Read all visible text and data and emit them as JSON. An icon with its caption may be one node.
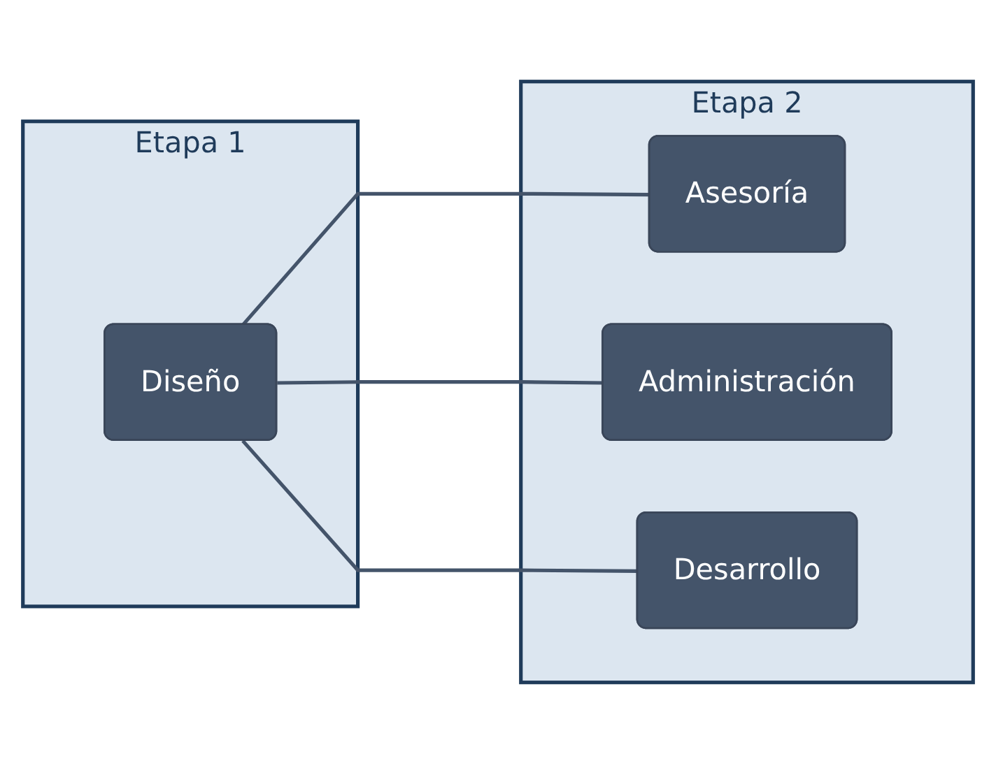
{
  "diagram": {
    "nodes": [
      {
        "text": [
          "Etapa 1"
        ]
      },
      {
        "text": [
          "Diseño"
        ],
        "in": 0
      },
      {
        "text": [
          "Etapa 2"
        ]
      },
      {
        "text": [
          "Asesoría"
        ],
        "in": 2
      },
      {
        "text": [
          "Administración"
        ],
        "in": 2
      },
      {
        "text": [
          "Desarrollo"
        ],
        "in": 2
      }
    ],
    "edges": [
      {
        "from": 1,
        "to": 3,
        "arrow": "none"
      },
      {
        "from": 1,
        "to": 4,
        "arrow": "none"
      },
      {
        "from": 1,
        "to": 5,
        "arrow": "none"
      }
    ]
  }
}
